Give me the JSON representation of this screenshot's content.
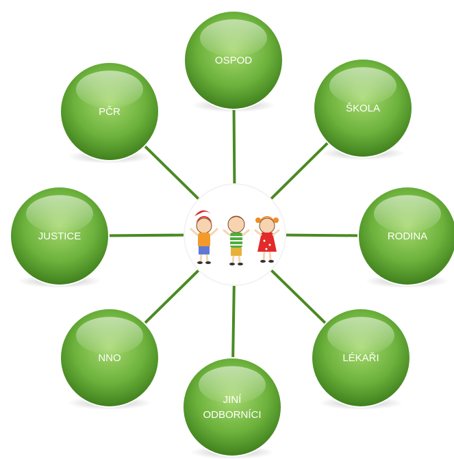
{
  "diagram": {
    "center": {
      "icon": "three-children-icon"
    },
    "nodes": [
      {
        "id": "ospod",
        "lines": [
          "OSPOD"
        ]
      },
      {
        "id": "skola",
        "lines": [
          "ŠKOLA"
        ]
      },
      {
        "id": "rodina",
        "lines": [
          "RODINA"
        ]
      },
      {
        "id": "lekari",
        "lines": [
          "LÉKAŘI"
        ]
      },
      {
        "id": "jini",
        "lines": [
          "JINÍ",
          "ODBORNÍCI"
        ]
      },
      {
        "id": "nno",
        "lines": [
          "NNO"
        ]
      },
      {
        "id": "justice",
        "lines": [
          "JUSTICE"
        ]
      },
      {
        "id": "pcr",
        "lines": [
          "PČR"
        ]
      }
    ],
    "colors": {
      "node_light": "#a6d86f",
      "node_mid": "#6cb23c",
      "node_dark": "#3f7f1d",
      "connector": "#4a8a22"
    }
  }
}
